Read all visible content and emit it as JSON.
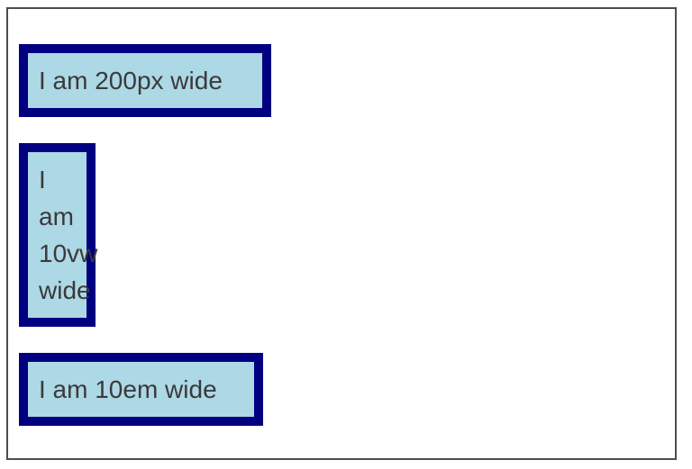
{
  "demo": {
    "boxes": [
      {
        "label": "I am 200px wide"
      },
      {
        "label": "I am 10vw wide"
      },
      {
        "label": "I am 10em wide"
      }
    ]
  },
  "colors": {
    "box_fill": "#ADD8E6",
    "box_border": "#000080",
    "text_color": "#3A3A3A",
    "frame_border": "#4D4D4D"
  }
}
